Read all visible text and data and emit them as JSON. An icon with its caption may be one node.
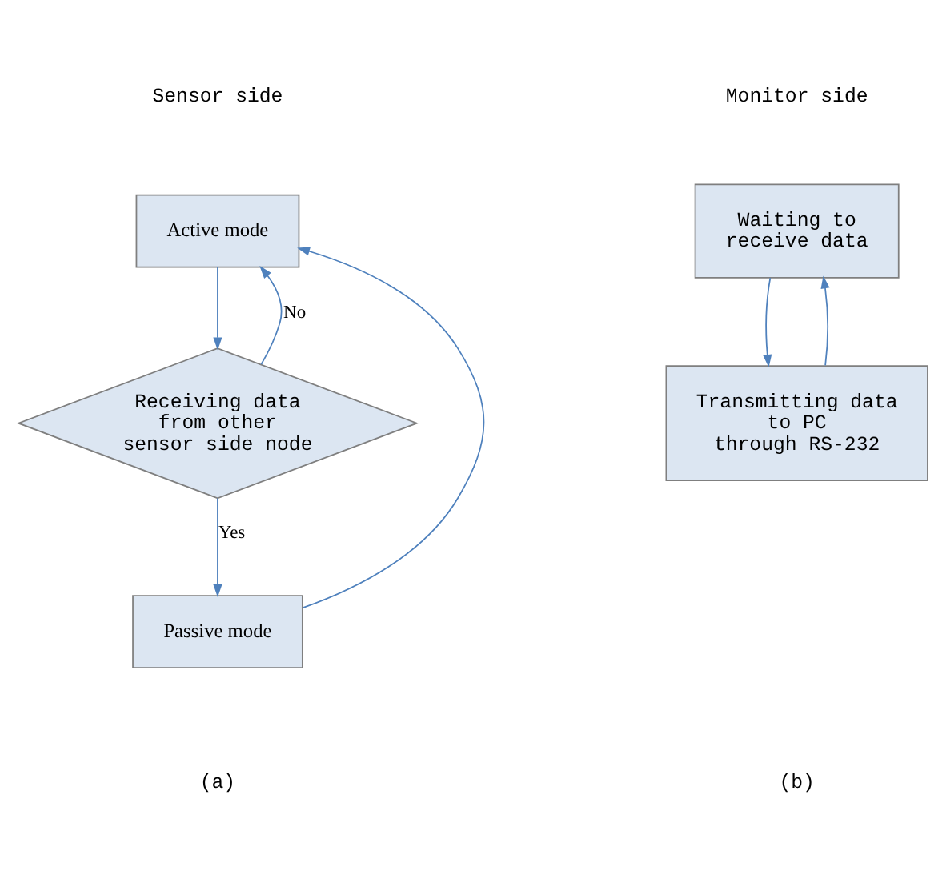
{
  "diagram": {
    "nodes": [
      {
        "text": [
          "Active mode"
        ]
      },
      {
        "text": [
          "Receiving data from other sensor side node"
        ]
      },
      {
        "text": [
          "Passive mode"
        ]
      },
      {
        "text": [
          "Waiting to receive data"
        ]
      },
      {
        "text": [
          "Transmitting data to PC through RS-232"
        ]
      }
    ],
    "edges": [
      {
        "from": 0,
        "to": 1,
        "arrow": "to"
      },
      {
        "from": 1,
        "to": 2,
        "arrow": "to",
        "label": "Yes"
      },
      {
        "from": 1,
        "to": 0,
        "arrow": "to",
        "label": "No"
      },
      {
        "from": 2,
        "to": 0,
        "arrow": "to"
      },
      {
        "from": 3,
        "to": 4,
        "arrow": "to"
      },
      {
        "from": 4,
        "to": 3,
        "arrow": "to"
      }
    ],
    "labels": [
      "Sensor side",
      "Monitor side",
      "(a)",
      "(b)"
    ]
  }
}
